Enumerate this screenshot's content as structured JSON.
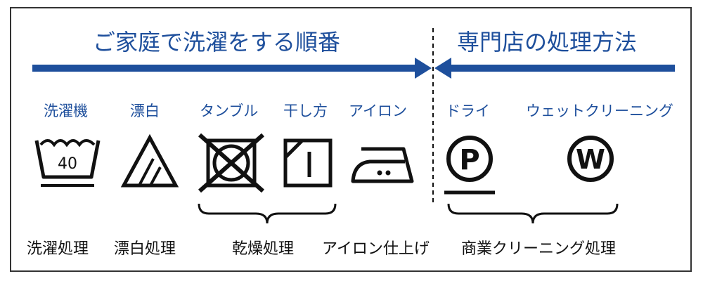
{
  "headings": {
    "home": "ご家庭で洗濯をする順番",
    "pro": "専門店の処理方法"
  },
  "labels": {
    "washer": "洗濯機",
    "bleach": "漂白",
    "tumble": "タンブル",
    "drying": "干し方",
    "iron": "アイロン",
    "dry": "ドライ",
    "wet": "ウェットクリーニング"
  },
  "symbols": {
    "wash_temp": "40",
    "dry_letter": "P",
    "wet_letter": "W"
  },
  "categories": {
    "wash": "洗濯処理",
    "bleach": "漂白処理",
    "dry": "乾燥処理",
    "iron": "アイロン仕上げ",
    "commercial": "商業クリーニング処理"
  },
  "colors": {
    "accent": "#1e4f9c",
    "ink": "#111111",
    "border": "#333333"
  },
  "icons": [
    "wash-tub-icon",
    "bleach-triangle-icon",
    "tumble-dry-prohibited-icon",
    "line-dry-shade-icon",
    "iron-medium-icon",
    "dry-clean-p-icon",
    "wet-clean-w-icon"
  ]
}
